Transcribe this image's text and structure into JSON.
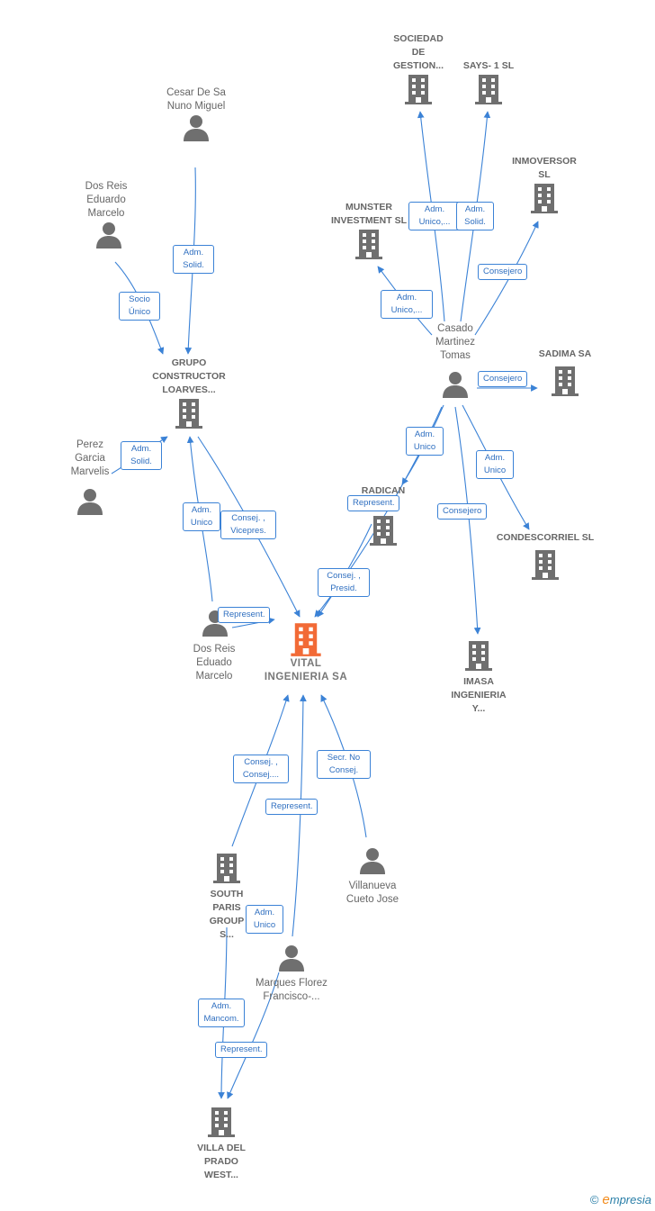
{
  "nodes": {
    "sociedad_gestion": "SOCIEDAD DE GESTION...",
    "says1": "SAYS- 1 SL",
    "inmoversor": "INMOVERSOR SL",
    "munster": "MUNSTER INVESTMENT SL",
    "cesar": "Cesar De Sa Nuno Miguel",
    "dos_reis_eduardo": "Dos Reis Eduardo Marcelo",
    "grupo": "GRUPO CONSTRUCTOR LOARVES...",
    "perez": "Perez Garcia Marvelis",
    "casado": "Casado Martinez Tomas",
    "sadima": "SADIMA SA",
    "radican": "RADICAN",
    "condescorriel": "CONDESCORRIEL SL",
    "dos_reis_eduado": "Dos Reis Eduado Marcelo",
    "vital": "VITAL INGENIERIA SA",
    "imasa": "IMASA INGENIERIA Y...",
    "south_paris": "SOUTH PARIS GROUP S...",
    "villanueva": "Villanueva Cueto Jose",
    "marques": "Marques Florez Francisco-...",
    "villa_prado": "VILLA DEL PRADO WEST..."
  },
  "edge_labels": {
    "cesar_grupo": "Adm. Solid.",
    "dosreis_grupo": "Socio Único",
    "perez_grupo": "Adm. Solid.",
    "casado_sociedad": "Adm. Unico,...",
    "casado_says": "Adm. Solid.",
    "casado_inmoversor": "Consejero",
    "casado_munster": "Adm. Unico,...",
    "casado_sadima": "Consejero",
    "casado_radican": "Adm. Unico",
    "casado_condescorriel": "Adm. Unico",
    "casado_imasa": "Consejero",
    "radican_vital": "Represent.",
    "casado_vital": "Consej. , Presid.",
    "eduado_grupo": "Adm. Unico",
    "grupo_vital": "Consej. , Vicepres.",
    "eduado_vital": "Represent.",
    "south_vital": "Consej. , Consej....",
    "marques_vital": "Represent.",
    "villanueva_vital": "Secr. No Consej.",
    "marques_south": "Adm. Unico",
    "south_villa": "Adm. Mancom.",
    "marques_villa": "Represent."
  },
  "colors": {
    "edge": "#3b82d6",
    "node_icon": "#6f6f6f",
    "main_icon": "#f26a36"
  },
  "brand": {
    "copyright": "©",
    "name_initial": "e",
    "name_rest": "mpresia"
  }
}
